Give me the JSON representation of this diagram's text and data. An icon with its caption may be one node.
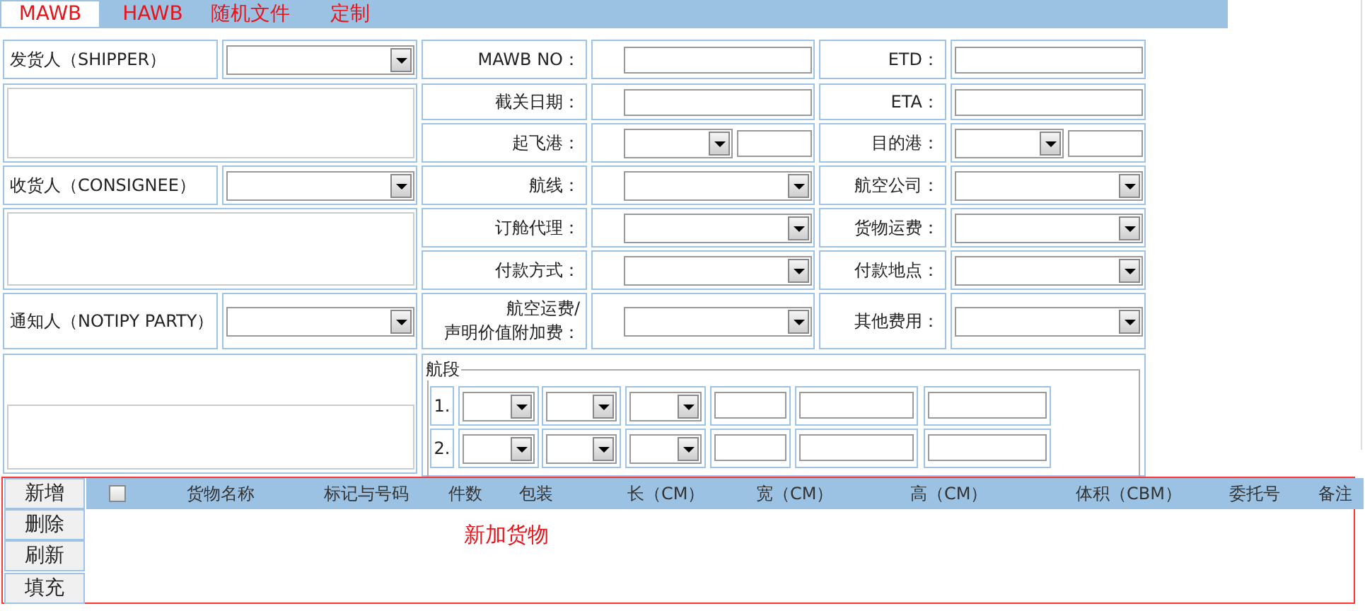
{
  "diagram": {
    "nodes": [
      {
        "text": [
          "航段"
        ]
      },
      {
        "text": [
          "新加货物"
        ]
      }
    ],
    "labels": [
      "MAWB",
      "HAWB",
      "随机文件",
      "定制",
      "发货人（SHIPPER）",
      "MAWB NO：",
      "ETD：",
      "截关日期：",
      "ETA：",
      "起飞港：",
      "目的港：",
      "收货人（CONSIGNEE）",
      "航线：",
      "航空公司：",
      "订舱代理：",
      "货物运费：",
      "付款方式：",
      "付款地点：",
      "通知人（NOTIPY PARTY）",
      "航空运费/声明价值附加费：",
      "其他费用：",
      "1.",
      "2.",
      "新增",
      "货物名称",
      "标记与号码",
      "件数",
      "包装",
      "长（CM）",
      "宽（CM）",
      "高（CM）",
      "体积（CBM）",
      "委托号",
      "备注",
      "删除",
      "刷新",
      "填充"
    ]
  }
}
